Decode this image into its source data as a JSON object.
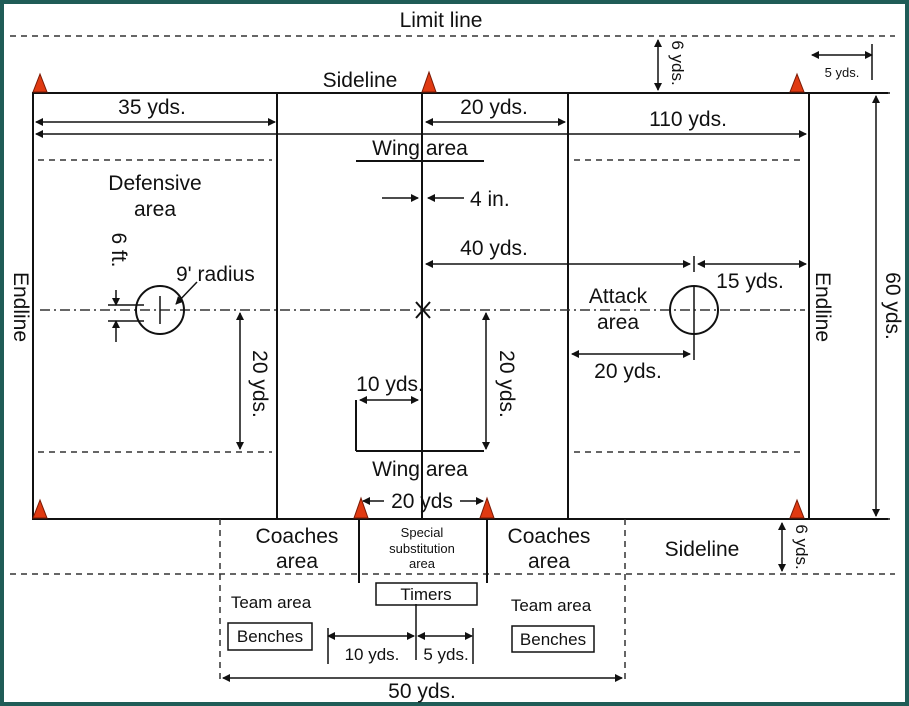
{
  "labels": {
    "limit_line": "Limit line",
    "sideline_top": "Sideline",
    "sideline_bottom": "Sideline",
    "endline_left": "Endline",
    "endline_right": "Endline",
    "wing_area_top": "Wing area",
    "wing_area_bottom": "Wing area",
    "defensive_area_line1": "Defensive",
    "defensive_area_line2": "area",
    "attack_area_line1": "Attack",
    "attack_area_line2": "area",
    "radius": "9' radius",
    "six_ft": "6 ft.",
    "coaches_left_line1": "Coaches",
    "coaches_left_line2": "area",
    "coaches_right_line1": "Coaches",
    "coaches_right_line2": "area",
    "special_line1": "Special",
    "special_line2": "substitution",
    "special_line3": "area",
    "timers": "Timers",
    "team_area_left": "Team area",
    "team_area_right": "Team area",
    "benches_left": "Benches",
    "benches_right": "Benches"
  },
  "dimensions": {
    "six_yds_top": "6 yds.",
    "five_yds": "5 yds.",
    "thirty_five_yds": "35 yds.",
    "twenty_yds_top": "20 yds.",
    "one_ten_yds": "110 yds.",
    "four_in": "4 in.",
    "forty_yds": "40 yds.",
    "fifteen_yds": "15 yds.",
    "sixty_yds": "60 yds.",
    "twenty_yds_left": "20 yds.",
    "twenty_yds_center": "20 yds.",
    "ten_yds_wing": "10 yds.",
    "twenty_yds_attack": "20 yds.",
    "twenty_yds_sub": "20 yds",
    "six_yds_bottom": "6 yds.",
    "ten_yds_bench": "10 yds.",
    "five_yds_bench": "5 yds.",
    "fifty_yds": "50 yds."
  },
  "colors": {
    "frame": "#1f5c57",
    "cone": "#e03a12"
  }
}
